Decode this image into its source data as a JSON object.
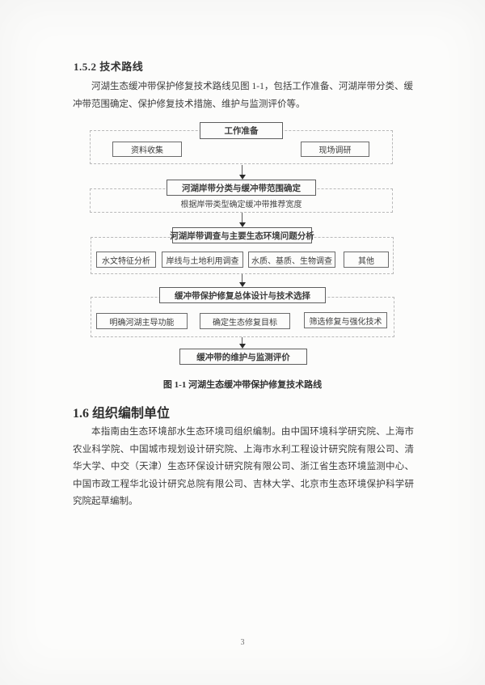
{
  "page": {
    "number": "3"
  },
  "section_152": {
    "heading": "1.5.2 技术路线",
    "paragraph": "河湖生态缓冲带保护修复技术路线见图 1-1，包括工作准备、河湖岸带分类、缓冲带范围确定、保护修复技术措施、维护与监测评价等。"
  },
  "flowchart": {
    "stage1": {
      "title": "工作准备",
      "items": [
        "资料收集",
        "现场调研"
      ]
    },
    "stage2": {
      "title": "河湖岸带分类与缓冲带范围确定",
      "note": "根据岸带类型确定缓冲带推荐宽度"
    },
    "stage3": {
      "title": "河湖岸带调查与主要生态环境问题分析",
      "items": [
        "水文特征分析",
        "岸线与土地利用调查",
        "水质、基质、生物调查",
        "其他"
      ]
    },
    "stage4": {
      "title": "缓冲带保护修复总体设计与技术选择",
      "items": [
        "明确河湖主导功能",
        "确定生态修复目标",
        "筛选修复与强化技术"
      ]
    },
    "stage5": {
      "title": "缓冲带的维护与监测评价"
    },
    "caption": "图 1-1 河湖生态缓冲带保护修复技术路线"
  },
  "section_16": {
    "heading": "1.6 组织编制单位",
    "paragraph": "本指南由生态环境部水生态环境司组织编制。由中国环境科学研究院、上海市农业科学院、中国城市规划设计研究院、上海市水利工程设计研究院有限公司、清华大学、中交（天津）生态环保设计研究院有限公司、浙江省生态环境监测中心、中国市政工程华北设计研究总院有限公司、吉林大学、北京市生态环境保护科学研究院起草编制。"
  }
}
